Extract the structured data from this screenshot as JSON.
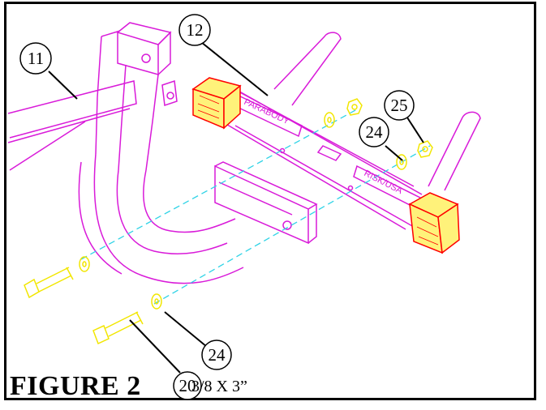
{
  "figure": {
    "title": "FIGURE 2",
    "bolt_size": "3/8 X 3”"
  },
  "callouts": {
    "c11": "11",
    "c12": "12",
    "c25": "25",
    "c24_top": "24",
    "c24_bottom": "24",
    "c20": "20"
  },
  "decals": {
    "left": "PARABODY",
    "right": "RISK/USA"
  },
  "colors": {
    "frame": "#d91bd9",
    "cap": "#ff0000",
    "cap_fill": "#fff27a",
    "hardware": "#f2e600",
    "centerline": "#2fd3e6",
    "border": "#000000"
  }
}
